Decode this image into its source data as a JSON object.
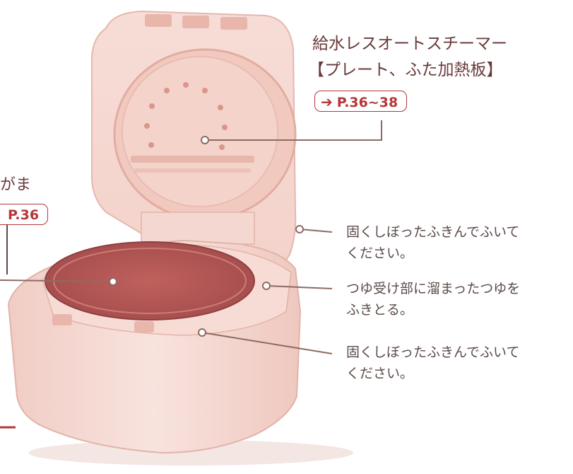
{
  "steamer": {
    "title_line1": "給水レスオートスチーマー",
    "title_line2": "【プレート、ふた加熱板】",
    "ref_arrow": "➔",
    "ref_text": "P.36~38"
  },
  "inner_pot": {
    "title_partial": "がま",
    "ref_text": "P.36"
  },
  "callouts": {
    "lid_outer_1": "固くしぼったふきんでふいて",
    "lid_outer_2": "ください。",
    "dew_tray_1": "つゆ受け部に溜まったつゆを",
    "dew_tray_2": "ふきとる。",
    "body_1": "固くしぼったふきんでふいて",
    "body_2": "ください。"
  },
  "colors": {
    "accent": "#b33737",
    "body_pink": "#f6d9d2",
    "pot_red": "#b55a5a"
  }
}
